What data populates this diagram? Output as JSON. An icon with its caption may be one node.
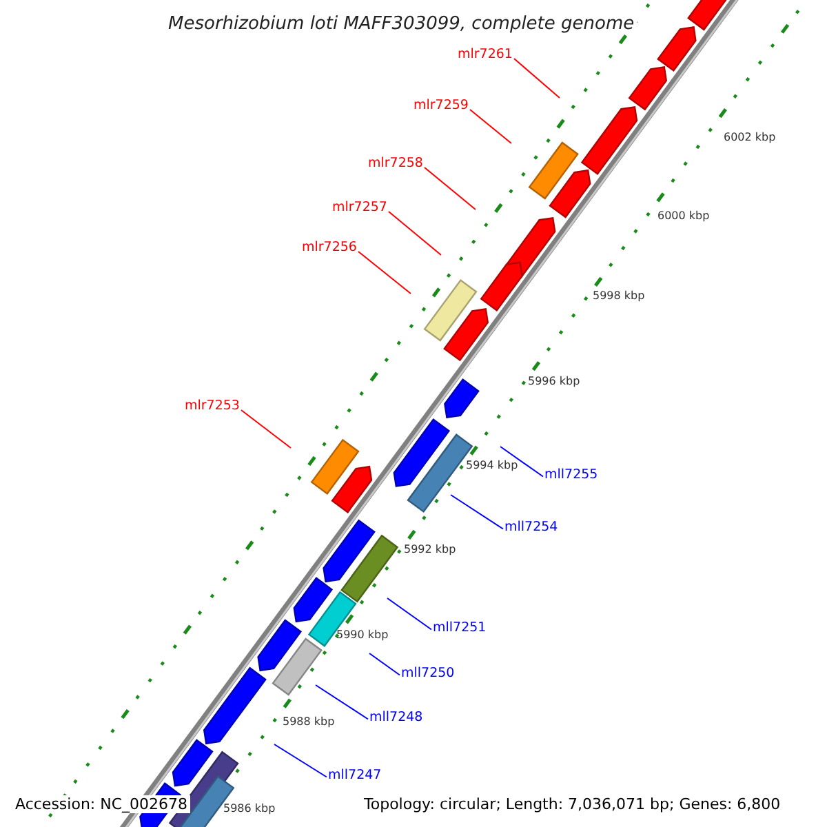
{
  "diagram": {
    "title": "Mesorhizobium loti MAFF303099, complete genome",
    "nodes": [
      {
        "text": [
          "mlr7261"
        ]
      },
      {
        "text": [
          "mlr7259"
        ]
      },
      {
        "text": [
          "mlr7258"
        ]
      },
      {
        "text": [
          "mlr7257"
        ]
      },
      {
        "text": [
          "mlr7256"
        ]
      },
      {
        "text": [
          "mlr7253"
        ]
      },
      {
        "text": [
          "mll7255"
        ]
      },
      {
        "text": [
          "mll7254"
        ]
      },
      {
        "text": [
          "mll7251"
        ]
      },
      {
        "text": [
          "mll7250"
        ]
      },
      {
        "text": [
          "mll7248"
        ]
      },
      {
        "text": [
          "mll7247"
        ]
      }
    ],
    "edges": [
      {
        "from": 0,
        "to": null,
        "arrow": "none",
        "color": "#ff0000"
      },
      {
        "from": 1,
        "to": null,
        "arrow": "none",
        "color": "#ff0000"
      },
      {
        "from": 2,
        "to": null,
        "arrow": "none",
        "color": "#ff0000"
      },
      {
        "from": 3,
        "to": null,
        "arrow": "none",
        "color": "#ff0000"
      },
      {
        "from": 4,
        "to": null,
        "arrow": "none",
        "color": "#ff0000"
      },
      {
        "from": 5,
        "to": null,
        "arrow": "none",
        "color": "#ff0000"
      },
      {
        "from": 6,
        "to": null,
        "arrow": "none",
        "color": "#0000ff"
      },
      {
        "from": 7,
        "to": null,
        "arrow": "none",
        "color": "#0000ff"
      },
      {
        "from": 8,
        "to": null,
        "arrow": "none",
        "color": "#0000ff"
      },
      {
        "from": 9,
        "to": null,
        "arrow": "none",
        "color": "#0000ff"
      },
      {
        "from": 10,
        "to": null,
        "arrow": "none",
        "color": "#0000ff"
      },
      {
        "from": 11,
        "to": null,
        "arrow": "none",
        "color": "#0000ff"
      }
    ],
    "labels": [
      "6002 kbp",
      "6000 kbp",
      "5998 kbp",
      "5996 kbp",
      "5994 kbp",
      "5992 kbp",
      "5990 kbp",
      "5988 kbp",
      "5986 kbp",
      "Accession: NC_002678",
      "Topology: circular; Length: 7,036,071 bp; Genes: 6,800"
    ]
  }
}
